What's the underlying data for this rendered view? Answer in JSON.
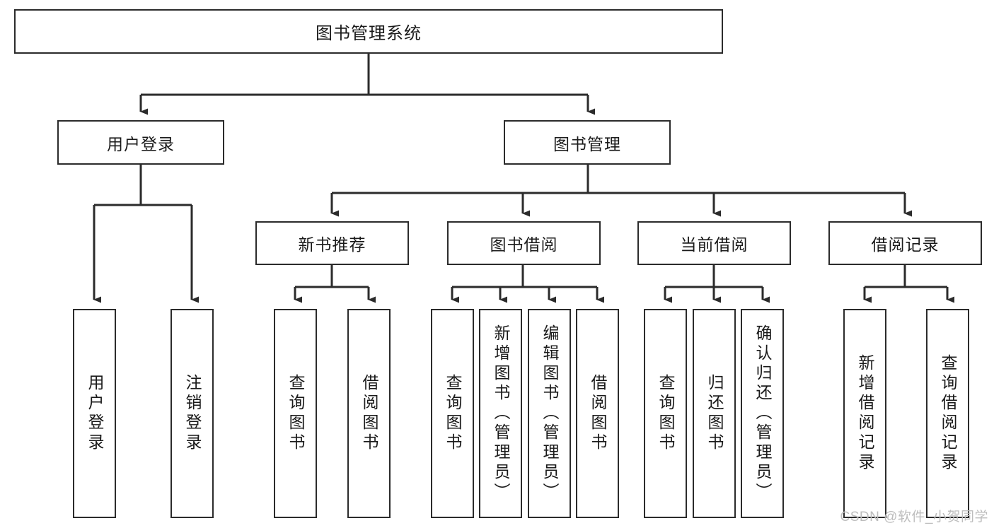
{
  "diagram": {
    "title": "图书管理系统",
    "type": "tree-hierarchy-chart",
    "root": {
      "label": "图书管理系统"
    },
    "level1": [
      {
        "label": "用户登录"
      },
      {
        "label": "图书管理"
      }
    ],
    "level2": [
      {
        "label": "新书推荐"
      },
      {
        "label": "图书借阅"
      },
      {
        "label": "当前借阅"
      },
      {
        "label": "借阅记录"
      }
    ],
    "leaves": {
      "user_login": [
        {
          "label": "用户登录"
        },
        {
          "label": "注销登录"
        }
      ],
      "new_book_recommend": [
        {
          "label": "查询图书"
        },
        {
          "label": "借阅图书"
        }
      ],
      "book_borrow": [
        {
          "label": "查询图书"
        },
        {
          "label": "新增图书（管理员）"
        },
        {
          "label": "编辑图书（管理员）"
        },
        {
          "label": "借阅图书"
        }
      ],
      "current_borrow": [
        {
          "label": "查询图书"
        },
        {
          "label": "归还图书"
        },
        {
          "label": "确认归还（管理员）"
        }
      ],
      "borrow_record": [
        {
          "label": "新增借阅记录"
        },
        {
          "label": "查询借阅记录"
        }
      ]
    }
  },
  "watermark": {
    "text": "CSDN @软件_小贺同学"
  },
  "colors": {
    "stroke": "#2b2b2b",
    "background": "#ffffff",
    "text": "#1a1a1a",
    "watermark": "#bdbdbd"
  }
}
